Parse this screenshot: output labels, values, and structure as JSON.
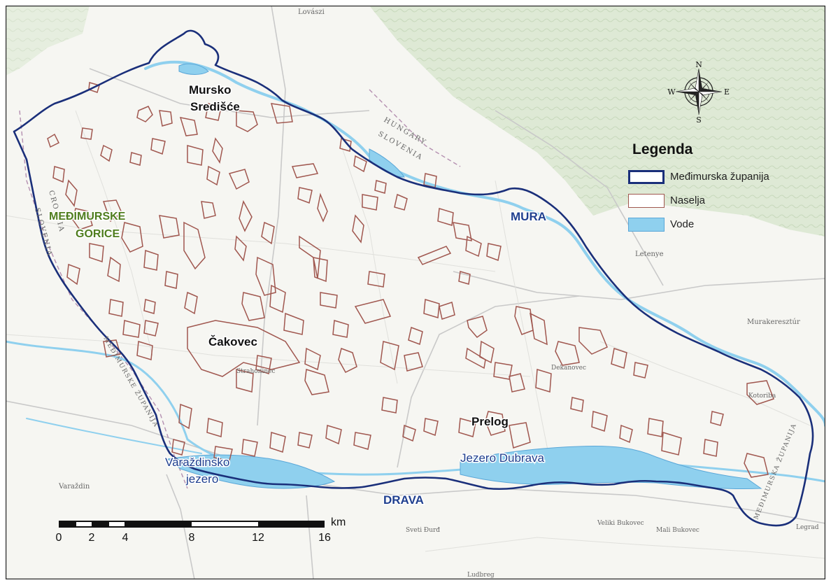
{
  "labels": {
    "city_mursko_line1": "Mursko",
    "city_mursko_line2": "Središće",
    "city_cakovec": "Čakovec",
    "city_prelog": "Prelog",
    "region_medimurske_line1": "MEĐIMURSKE",
    "region_medimurske_line2": "GORICE",
    "river_mura": "MURA",
    "river_drava": "DRAVA",
    "lake_varazdinsko_line1": "Varaždinsko",
    "lake_varazdinsko_line2": "jezero",
    "lake_dubrava": "Jezero Dubrava"
  },
  "basemap_labels": {
    "hungary": "HUNGARY",
    "slovenia_ne": "SLOVENIA",
    "slovenia_w": "SLOVENIA",
    "croatia_w": "CROATIA",
    "medimurje_sw": "MEĐIMURSKE ŽUPANIJA",
    "medimurje_se": "MEĐIMURSKA ŽUPANIJA",
    "varazdin": "Varaždin",
    "lovaszi": "Lovászi",
    "letenye": "Letenye",
    "murakeresztur": "Murakeresztúr",
    "dekanovec": "Dekanovec",
    "kotoriba": "Kotoriba",
    "legrad": "Legrad",
    "ludbreg": "Ludbreg",
    "strahoninec": "Strahoninec",
    "sveti_durd": "Sveti Đurđ",
    "mali_bukovec": "Mali Bukovec",
    "veliki_bukovec": "Veliki Bukovec"
  },
  "legend": {
    "title": "Legenda",
    "items": [
      {
        "label": "Međimurska županija",
        "style": "border",
        "color": "#1a2f7a"
      },
      {
        "label": "Naselja",
        "style": "outline",
        "color": "#a0574f"
      },
      {
        "label": "Vode",
        "style": "fill",
        "color": "#8fd0ee",
        "stroke": "#5aa7d8"
      }
    ]
  },
  "north_arrow": {
    "n": "N",
    "s": "S",
    "e": "E",
    "w": "W"
  },
  "scalebar": {
    "unit": "km",
    "ticks": [
      "0",
      "2",
      "4",
      "8",
      "12",
      "16"
    ],
    "values": [
      0,
      2,
      4,
      8,
      12,
      16
    ]
  },
  "colors": {
    "county_border": "#1a2f7a",
    "settlement": "#a0574f",
    "water_fill": "#8fd0ee",
    "water_stroke": "#5aa7d8",
    "region_text": "#4f7d1e",
    "river_text": "#1f3f8f",
    "terrain": "#cfe0c4"
  }
}
